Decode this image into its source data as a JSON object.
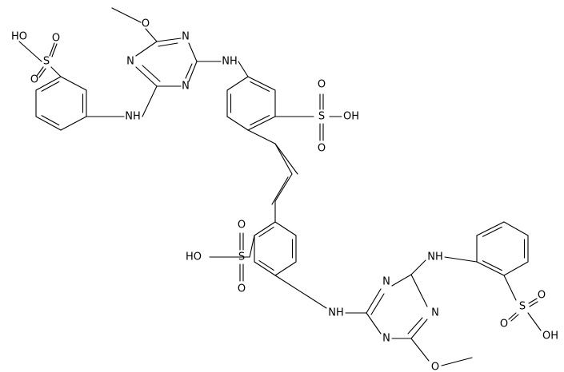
{
  "structure": {
    "background": "#ffffff",
    "bond_color": "#000000",
    "atom_labels": [
      "HO",
      "S",
      "O",
      "O",
      "O",
      "N",
      "N",
      "N",
      "NH",
      "NH",
      "S",
      "O",
      "O",
      "OH",
      "HO",
      "S",
      "O",
      "O",
      "NH",
      "N",
      "N",
      "N",
      "O",
      "NH",
      "S",
      "O",
      "O",
      "OH"
    ]
  }
}
